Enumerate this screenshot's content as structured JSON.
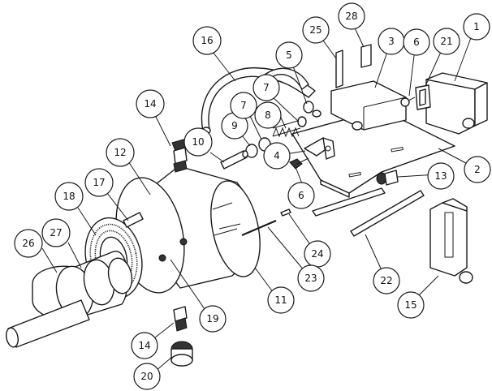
{
  "diagram": {
    "callouts": [
      {
        "id": "c26",
        "label": "26"
      },
      {
        "id": "c27",
        "label": "27"
      },
      {
        "id": "c18",
        "label": "18"
      },
      {
        "id": "c17",
        "label": "17"
      },
      {
        "id": "c12",
        "label": "12"
      },
      {
        "id": "c14a",
        "label": "14"
      },
      {
        "id": "c10",
        "label": "10"
      },
      {
        "id": "c16",
        "label": "16"
      },
      {
        "id": "c9",
        "label": "9"
      },
      {
        "id": "c7a",
        "label": "7"
      },
      {
        "id": "c7b",
        "label": "7"
      },
      {
        "id": "c8",
        "label": "8"
      },
      {
        "id": "c5",
        "label": "5"
      },
      {
        "id": "c4",
        "label": "4"
      },
      {
        "id": "c6a",
        "label": "6"
      },
      {
        "id": "c25",
        "label": "25"
      },
      {
        "id": "c28",
        "label": "28"
      },
      {
        "id": "c3",
        "label": "3"
      },
      {
        "id": "c6b",
        "label": "6"
      },
      {
        "id": "c21",
        "label": "21"
      },
      {
        "id": "c1",
        "label": "1"
      },
      {
        "id": "c2",
        "label": "2"
      },
      {
        "id": "c13",
        "label": "13"
      },
      {
        "id": "c24",
        "label": "24"
      },
      {
        "id": "c23",
        "label": "23"
      },
      {
        "id": "c11",
        "label": "11"
      },
      {
        "id": "c22",
        "label": "22"
      },
      {
        "id": "c15",
        "label": "15"
      },
      {
        "id": "c19",
        "label": "19"
      },
      {
        "id": "c14b",
        "label": "14"
      },
      {
        "id": "c20",
        "label": "20"
      }
    ]
  }
}
